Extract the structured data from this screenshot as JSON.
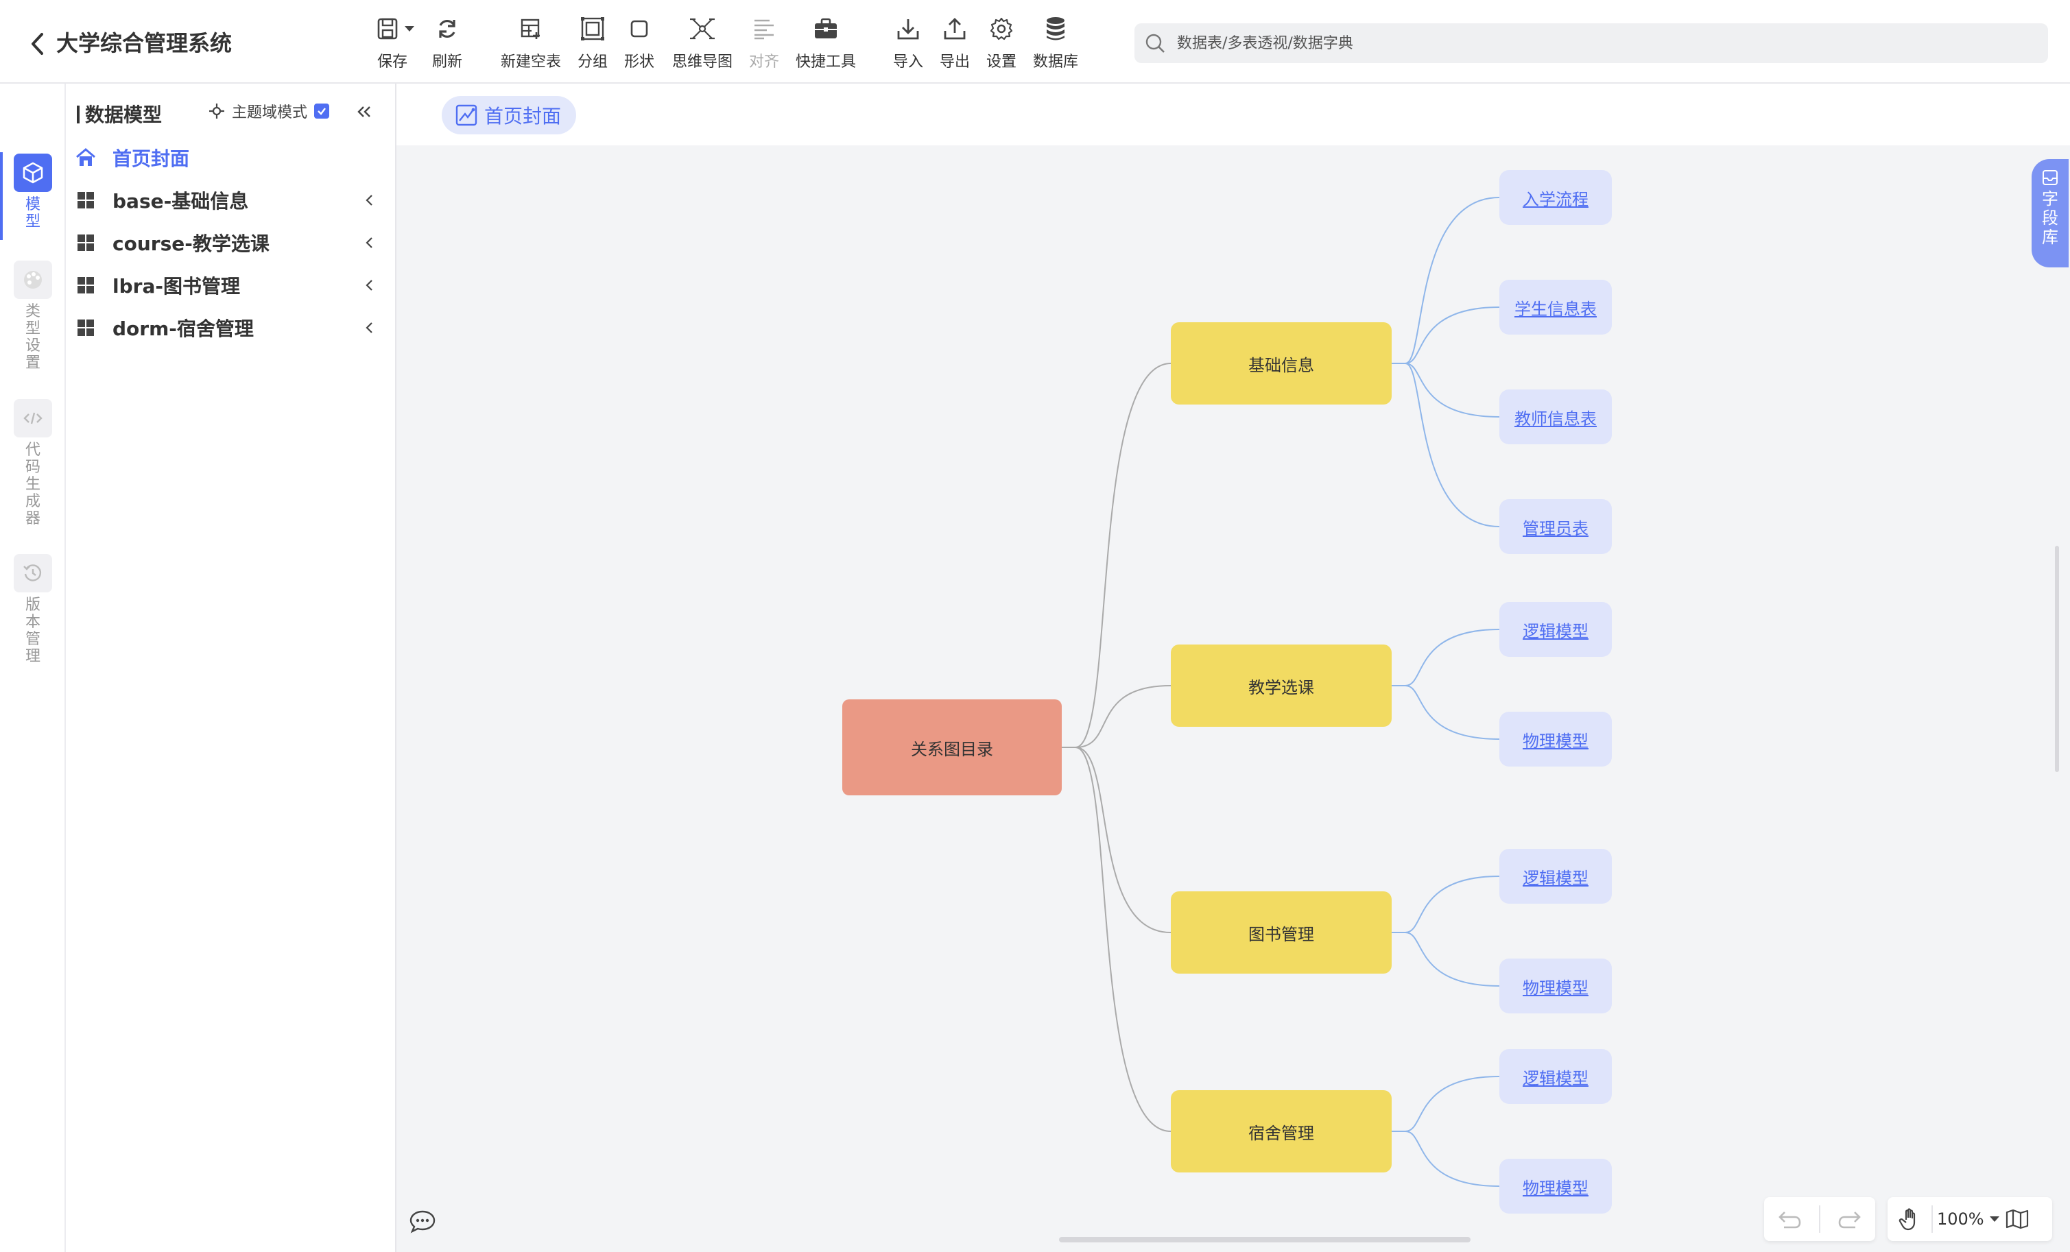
{
  "header": {
    "title": "大学综合管理系统",
    "tools": {
      "save": "保存",
      "refresh": "刷新",
      "new_table": "新建空表",
      "group": "分组",
      "shape": "形状",
      "mindmap": "思维导图",
      "align": "对齐",
      "quick_tools": "快捷工具",
      "import": "导入",
      "export": "导出",
      "settings": "设置",
      "database": "数据库"
    },
    "search": {
      "placeholder": "数据表/多表透视/数据字典",
      "value": ""
    }
  },
  "rail": {
    "items": [
      {
        "label": "模型",
        "icon": "cube-icon"
      },
      {
        "label": "类型设置",
        "icon": "palette-icon"
      },
      {
        "label": "代码生成器",
        "icon": "code-icon"
      },
      {
        "label": "版本管理",
        "icon": "history-icon"
      }
    ]
  },
  "panel": {
    "title": "数据模型",
    "domain_mode_label": "主题域模式",
    "domain_mode_checked": true,
    "tree": [
      {
        "label": "首页封面",
        "icon": "home-icon",
        "active": true
      },
      {
        "label": "base-基础信息",
        "icon": "grid-icon"
      },
      {
        "label": "course-教学选课",
        "icon": "grid-icon"
      },
      {
        "label": "lbra-图书管理",
        "icon": "grid-icon"
      },
      {
        "label": "dorm-宿舍管理",
        "icon": "grid-icon"
      }
    ]
  },
  "canvas": {
    "active_tab": "首页封面",
    "field_library": "字段库",
    "zoom": "100%",
    "mindmap": {
      "root": "关系图目录",
      "branches": [
        {
          "label": "基础信息",
          "children": [
            "入学流程",
            "学生信息表",
            "教师信息表",
            "管理员表"
          ]
        },
        {
          "label": "教学选课",
          "children": [
            "逻辑模型",
            "物理模型"
          ]
        },
        {
          "label": "图书管理",
          "children": [
            "逻辑模型",
            "物理模型"
          ]
        },
        {
          "label": "宿舍管理",
          "children": [
            "逻辑模型",
            "物理模型"
          ]
        }
      ]
    }
  },
  "colors": {
    "accent": "#4f6ef2",
    "root_node": "#ea9985",
    "branch_node": "#f2db62",
    "leaf_node": "#dfe4fb",
    "canvas_bg": "#f3f4f6"
  }
}
